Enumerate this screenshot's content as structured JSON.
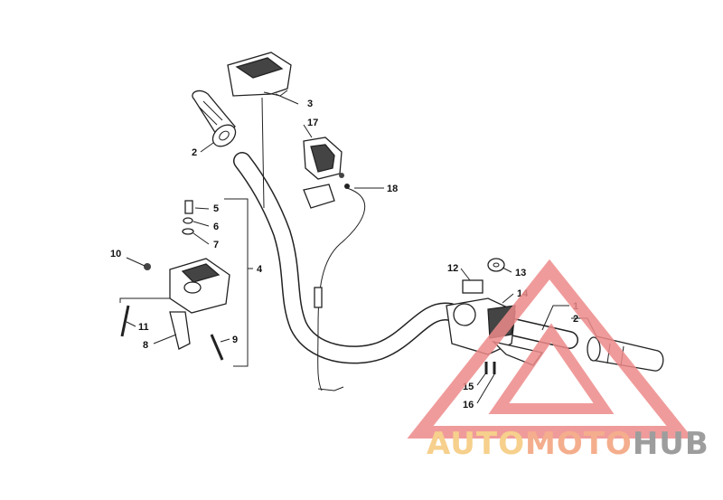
{
  "diagram": {
    "callouts": [
      {
        "id": "c1",
        "label": "1"
      },
      {
        "id": "c2a",
        "label": "2"
      },
      {
        "id": "c2b",
        "label": "2"
      },
      {
        "id": "c3",
        "label": "3"
      },
      {
        "id": "c4",
        "label": "4"
      },
      {
        "id": "c5",
        "label": "5"
      },
      {
        "id": "c6",
        "label": "6"
      },
      {
        "id": "c7",
        "label": "7"
      },
      {
        "id": "c8",
        "label": "8"
      },
      {
        "id": "c9",
        "label": "9"
      },
      {
        "id": "c10",
        "label": "10"
      },
      {
        "id": "c11",
        "label": "11"
      },
      {
        "id": "c12",
        "label": "12"
      },
      {
        "id": "c13",
        "label": "13"
      },
      {
        "id": "c14",
        "label": "14"
      },
      {
        "id": "c15",
        "label": "15"
      },
      {
        "id": "c16",
        "label": "16"
      },
      {
        "id": "c17",
        "label": "17"
      },
      {
        "id": "c18",
        "label": "18"
      }
    ]
  },
  "watermark": {
    "part1": "AUTO",
    "part2": "MOTO",
    "part3": "HUB",
    "colors": {
      "auto": "#f5c878",
      "moto": "#f3a07a",
      "hub": "#8c8c8c",
      "triangle": "#ee8a8a"
    }
  }
}
